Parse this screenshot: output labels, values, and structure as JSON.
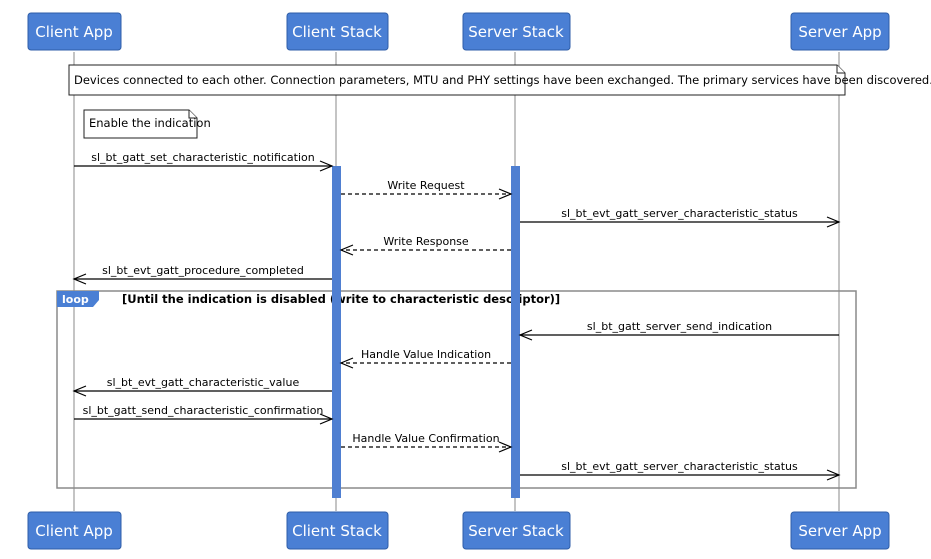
{
  "participants": [
    {
      "id": "client_app",
      "label": "Client App"
    },
    {
      "id": "client_stack",
      "label": "Client Stack"
    },
    {
      "id": "server_stack",
      "label": "Server Stack"
    },
    {
      "id": "server_app",
      "label": "Server App"
    }
  ],
  "notes": {
    "setup": "Devices connected to each other. Connection parameters, MTU and PHY settings have been exchanged. The primary services have been discovered.",
    "enable": "Enable the indication"
  },
  "loop": {
    "label": "loop",
    "condition": "[Until the indication is disabled (write to characteristic descriptor)]"
  },
  "messages": [
    {
      "id": "m1",
      "label": "sl_bt_gatt_set_characteristic_notification",
      "from": "client_app",
      "to": "client_stack",
      "style": "solid"
    },
    {
      "id": "m2",
      "label": "Write Request",
      "from": "client_stack",
      "to": "server_stack",
      "style": "dashed"
    },
    {
      "id": "m3",
      "label": "sl_bt_evt_gatt_server_characteristic_status",
      "from": "server_stack",
      "to": "server_app",
      "style": "solid"
    },
    {
      "id": "m4",
      "label": "Write Response",
      "from": "server_stack",
      "to": "client_stack",
      "style": "dashed"
    },
    {
      "id": "m5",
      "label": "sl_bt_evt_gatt_procedure_completed",
      "from": "client_stack",
      "to": "client_app",
      "style": "solid"
    },
    {
      "id": "m6",
      "label": "sl_bt_gatt_server_send_indication",
      "from": "server_app",
      "to": "server_stack",
      "style": "solid"
    },
    {
      "id": "m7",
      "label": "Handle Value Indication",
      "from": "server_stack",
      "to": "client_stack",
      "style": "dashed"
    },
    {
      "id": "m8",
      "label": "sl_bt_evt_gatt_characteristic_value",
      "from": "client_stack",
      "to": "client_app",
      "style": "solid"
    },
    {
      "id": "m9",
      "label": "sl_bt_gatt_send_characteristic_confirmation",
      "from": "client_app",
      "to": "client_stack",
      "style": "solid"
    },
    {
      "id": "m10",
      "label": "Handle Value Confirmation",
      "from": "client_stack",
      "to": "server_stack",
      "style": "dashed"
    },
    {
      "id": "m11",
      "label": "sl_bt_evt_gatt_server_characteristic_status",
      "from": "server_stack",
      "to": "server_app",
      "style": "solid"
    }
  ]
}
